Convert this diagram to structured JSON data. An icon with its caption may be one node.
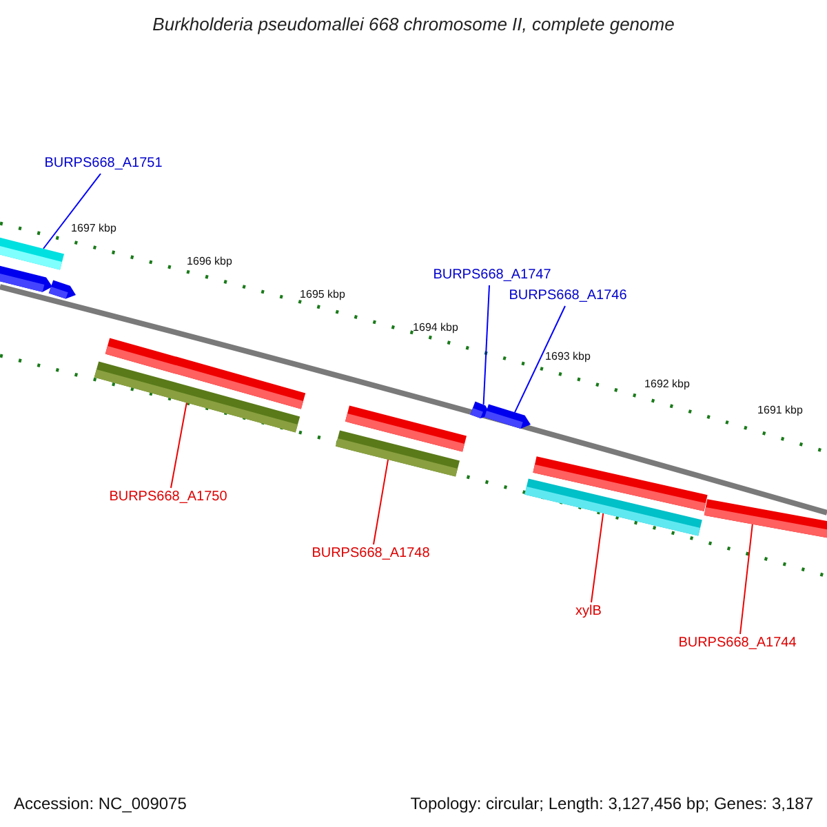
{
  "diagram": {
    "title": "Burkholderia pseudomallei 668 chromosome II, complete genome",
    "nodes": [
      {
        "text": [
          "BURPS668_A1751"
        ]
      },
      {
        "text": [],
        "shape": "bar"
      },
      {
        "text": [],
        "shape": "bar"
      },
      {
        "text": [],
        "shape": "bar"
      },
      {
        "text": [
          "BURPS668_A1747"
        ]
      },
      {
        "text": [
          "BURPS668_A1746"
        ]
      },
      {
        "text": [],
        "shape": "bar"
      },
      {
        "text": [],
        "shape": "bar"
      },
      {
        "text": [],
        "shape": "bar"
      },
      {
        "text": [],
        "shape": "bar"
      },
      {
        "text": [],
        "shape": "bar"
      },
      {
        "text": [],
        "shape": "bar"
      },
      {
        "text": [],
        "shape": "bar"
      },
      {
        "text": [],
        "shape": "bar"
      },
      {
        "text": [],
        "shape": "bar"
      },
      {
        "text": [
          "BURPS668_A1750"
        ]
      },
      {
        "text": [
          "BURPS668_A1748"
        ]
      },
      {
        "text": [
          "xylB"
        ]
      },
      {
        "text": [
          "BURPS668_A1744"
        ]
      }
    ],
    "edges": [
      {
        "from": 0,
        "to": 1,
        "arrow": "none",
        "color": "#0000ff"
      },
      {
        "from": 4,
        "to": 10,
        "arrow": "none",
        "color": "#0000ff"
      },
      {
        "from": 5,
        "to": 11,
        "arrow": "none",
        "color": "#0000ff"
      },
      {
        "from": 15,
        "to": 7,
        "arrow": "none"
      },
      {
        "from": 16,
        "to": 9,
        "arrow": "none"
      },
      {
        "from": 17,
        "to": 13,
        "arrow": "none"
      },
      {
        "from": 18,
        "to": 14,
        "arrow": "none"
      }
    ],
    "labels": [
      "1697 kbp",
      "1696 kbp",
      "1695 kbp",
      "1694 kbp",
      "1693 kbp",
      "1692 kbp",
      "1691 kbp",
      "Accession: NC_009075",
      "Topology: circular; Length: 3,127,456 bp; Genes: 3,187"
    ]
  }
}
